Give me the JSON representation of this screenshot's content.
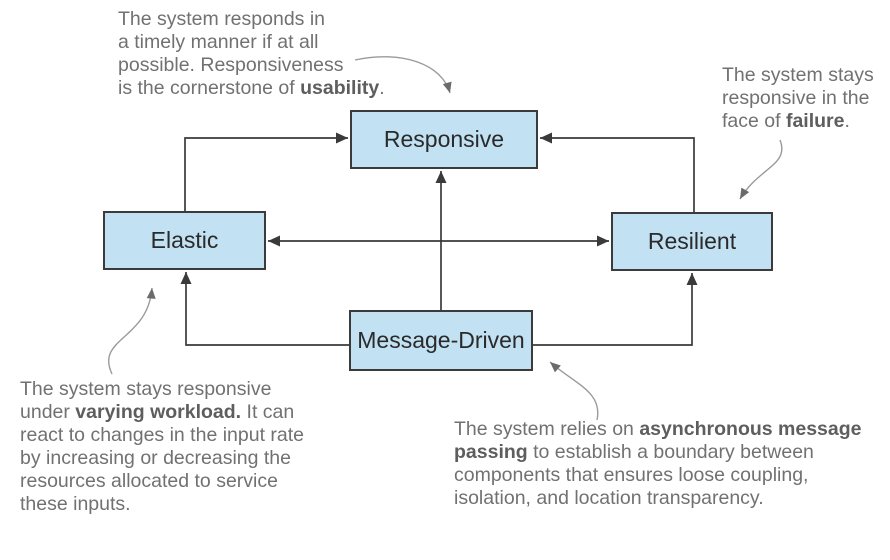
{
  "nodes": {
    "responsive": {
      "label": "Responsive"
    },
    "elastic": {
      "label": "Elastic"
    },
    "resilient": {
      "label": "Resilient"
    },
    "message_driven": {
      "label": "Message-Driven"
    }
  },
  "notes": {
    "responsive": {
      "segments": [
        {
          "t": "The system responds in\na timely manner if at all\npossible. Responsiveness\nis the cornerstone of ",
          "b": false
        },
        {
          "t": "usability",
          "b": true
        },
        {
          "t": ".",
          "b": false
        }
      ]
    },
    "resilient": {
      "segments": [
        {
          "t": "The system stays\nresponsive in the\nface of ",
          "b": false
        },
        {
          "t": "failure",
          "b": true
        },
        {
          "t": ".",
          "b": false
        }
      ]
    },
    "elastic": {
      "segments": [
        {
          "t": "The system stays responsive\nunder ",
          "b": false
        },
        {
          "t": "varying workload.",
          "b": true
        },
        {
          "t": " It can\nreact to changes in the input rate\nby increasing or decreasing the\nresources allocated to service\nthese inputs.",
          "b": false
        }
      ]
    },
    "message_driven": {
      "segments": [
        {
          "t": "The system relies on ",
          "b": false
        },
        {
          "t": "asynchronous message\npassing",
          "b": true
        },
        {
          "t": " to establish a boundary between\ncomponents that ensures loose coupling,\nisolation, and location transparency.",
          "b": false
        }
      ]
    }
  },
  "colors": {
    "node_fill": "#c2e1f2",
    "node_border": "#3b3b3b",
    "node_text": "#2a2a2a",
    "arrow": "#3a3a3a",
    "note_text": "#717171",
    "note_bold": "#5e5e5e",
    "note_arrow_line": "#9a9a9a",
    "note_arrow_head": "#6b6b6b",
    "background": "#ffffff"
  }
}
